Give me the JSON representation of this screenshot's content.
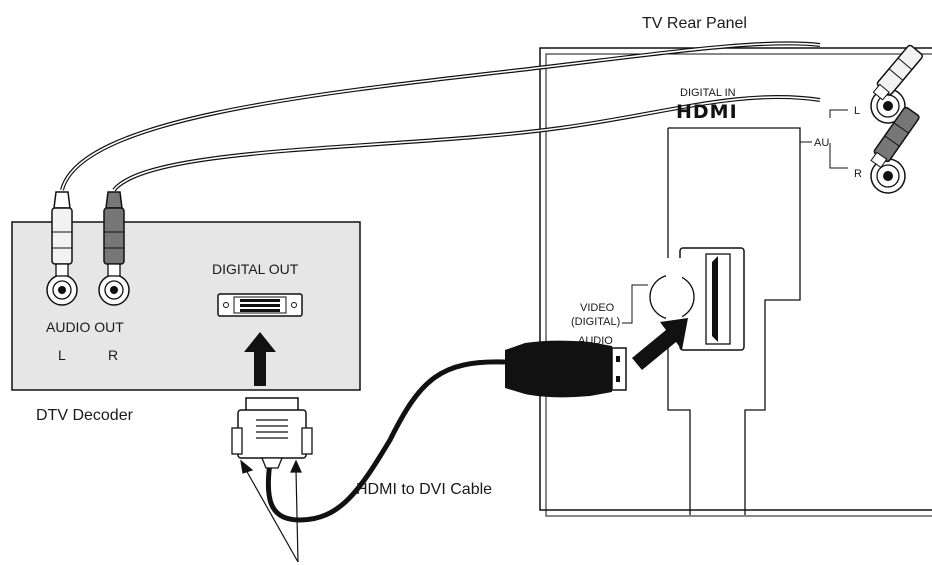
{
  "labels": {
    "tv_rear_panel": "TV Rear Panel",
    "digital_in": "DIGITAL IN",
    "hdmi_logo": "HDMI",
    "tv_audio_l": "L",
    "tv_audio_r": "R",
    "tv_audio_partial": "AU",
    "video_digital_line1": "VIDEO",
    "video_digital_line2": "(DIGITAL)",
    "audio_partial": "AUDIO",
    "digital_out": "DIGITAL OUT",
    "audio_out": "AUDIO OUT",
    "decoder_l": "L",
    "decoder_r": "R",
    "dtv_decoder": "DTV Decoder",
    "hdmi_to_dvi_cable": "HDMI to DVI Cable"
  },
  "colors": {
    "panel_fill": "#e6e6e6",
    "line": "#111111",
    "plug_white": "#f2f2f2",
    "plug_gray": "#777777",
    "arrow": "#111111"
  }
}
